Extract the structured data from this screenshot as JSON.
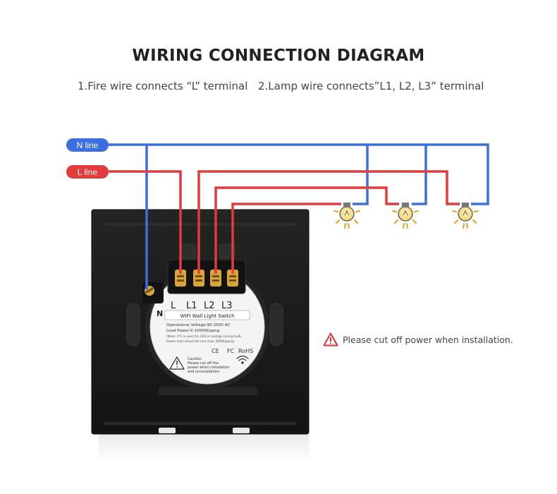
{
  "title": "WIRING CONNECTION DIAGRAM",
  "instructions": {
    "step1": "1.Fire wire connects “L” terminal",
    "step2": "2.Lamp wire connects”L1, L2, L3” terminal"
  },
  "lines": {
    "n_line": "N line",
    "l_line": "L line"
  },
  "terminals": {
    "n": "N",
    "l": "L",
    "l1": "L1",
    "l2": "L2",
    "l3": "L3"
  },
  "switch_label": {
    "product": "WIFI Wall Light Switch",
    "voltage": "Operational Voltage:90-250V AC",
    "load": "Load Power:0-1000W/gang",
    "note1": "(Note: if it is used for LED or energy saving bulb,",
    "note2": "Power load should be less than 300W/gang)",
    "cert_ce": "CE",
    "cert_fcc": "FC",
    "cert_rohs": "RoHS",
    "caution_title": "Caution:",
    "caution1": "Please cut off the",
    "caution2": "power when installation",
    "caution3": "and uninstallation."
  },
  "warning": "Please cut off power when installation.",
  "colors": {
    "n_wire": "#3b6fe0",
    "l_wire": "#e23b3b",
    "panel": "#1a1a1a",
    "warning": "#d6343a"
  }
}
